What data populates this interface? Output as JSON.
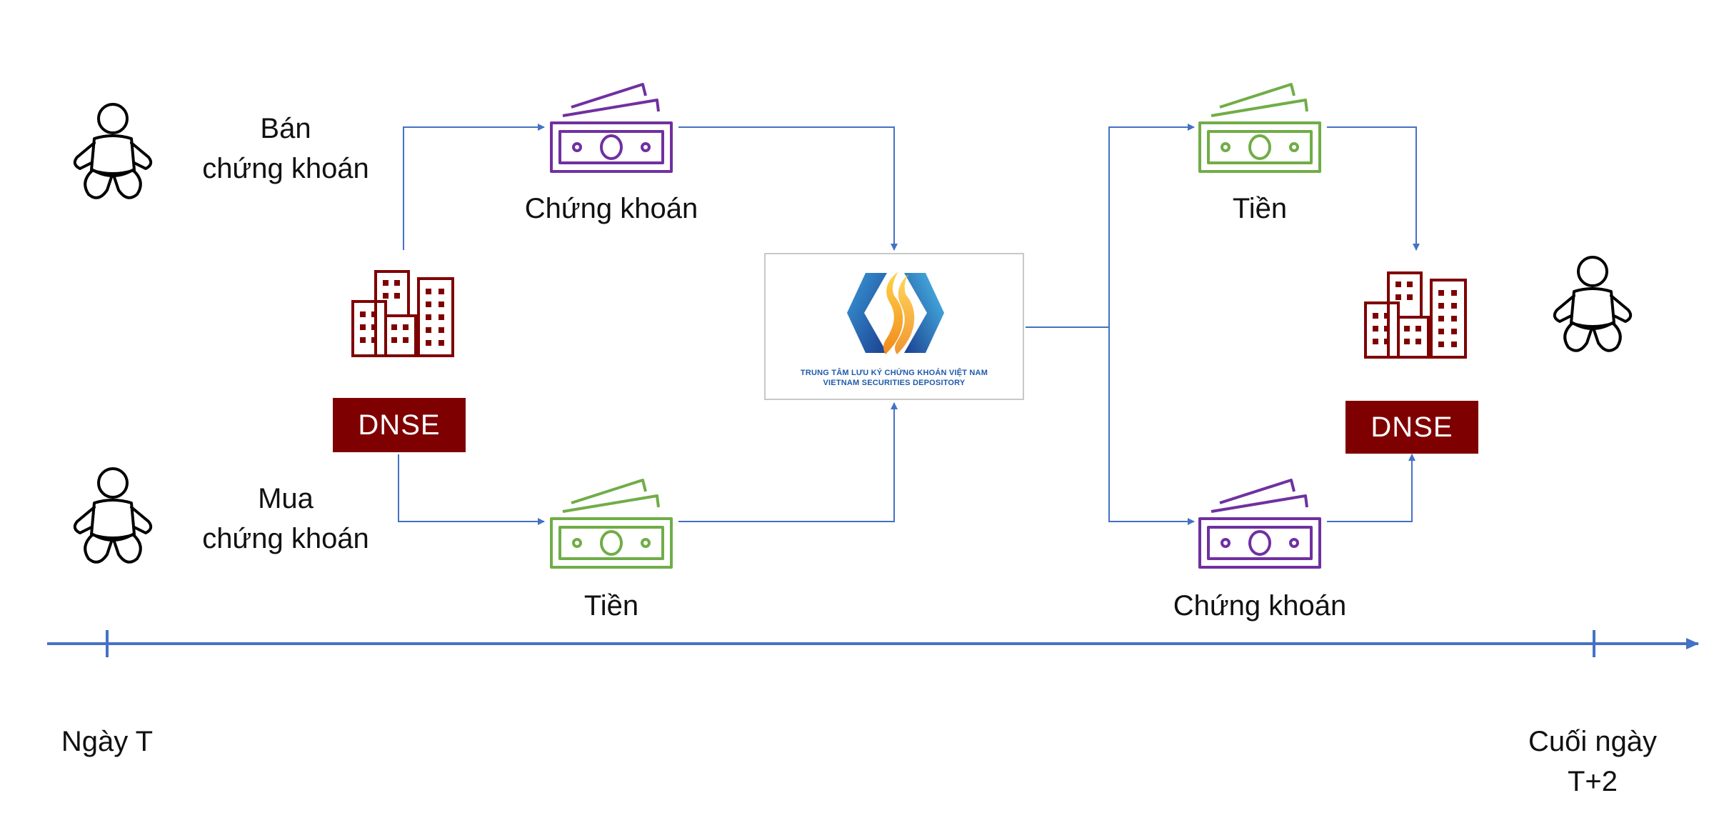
{
  "labels": {
    "sell": "Bán\nchứng khoán",
    "buy": "Mua\nchứng khoán",
    "top_left_money": "Chứng khoán",
    "bottom_left_money": "Tiền",
    "top_right_money": "Tiền",
    "bottom_right_money": "Chứng khoán",
    "dnse_left": "DNSE",
    "dnse_right": "DNSE",
    "timeline_start": "Ngày T",
    "timeline_end": "Cuối ngày\nT+2"
  },
  "depository": {
    "line1": "TRUNG TÂM LƯU KÝ CHỨNG KHOÁN VIỆT NAM",
    "line2": "VIETNAM SECURITIES DEPOSITORY"
  },
  "colors": {
    "arrow": "#4472c4",
    "securities": "#7030a0",
    "cash": "#70ad47",
    "dnse": "#7f0000",
    "building": "#7f0000",
    "person": "#000000"
  },
  "icons": [
    "person-icon",
    "building-icon",
    "money-icon",
    "depository-logo"
  ]
}
